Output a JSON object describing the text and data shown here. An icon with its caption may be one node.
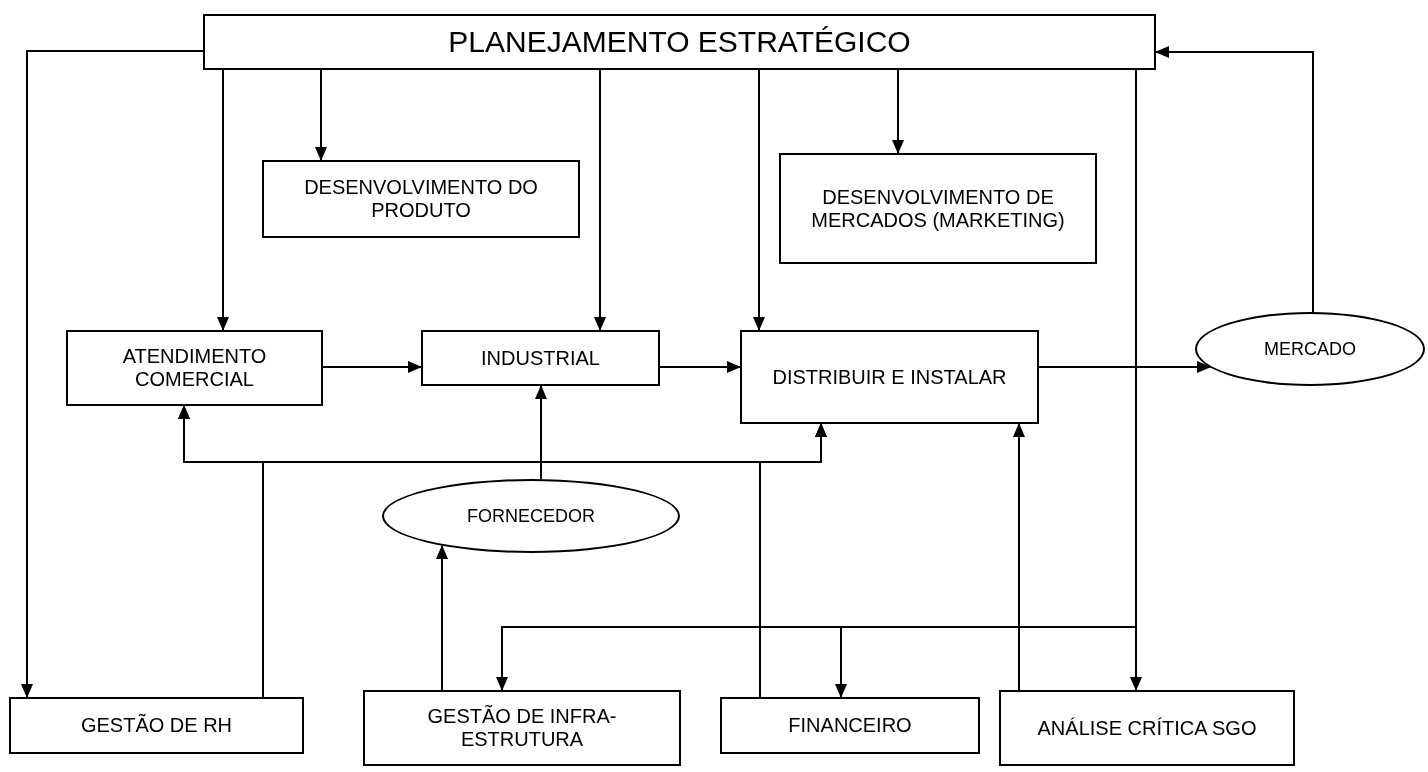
{
  "diagram": {
    "nodes": [
      {
        "text": [
          "PLANEJAMENTO ESTRATÉGICO"
        ]
      },
      {
        "text": [
          "DESENVOLVIMENTO DO PRODUTO"
        ]
      },
      {
        "text": [
          "DESENVOLVIMENTO DE MERCADOS (MARKETING)"
        ]
      },
      {
        "text": [
          "ATENDIMENTO COMERCIAL"
        ]
      },
      {
        "text": [
          "INDUSTRIAL"
        ]
      },
      {
        "text": [
          "DISTRIBUIR E INSTALAR"
        ]
      },
      {
        "text": [
          "MERCADO"
        ]
      },
      {
        "text": [
          "FORNECEDOR"
        ]
      },
      {
        "text": [
          "GESTÃO DE RH"
        ]
      },
      {
        "text": [
          "GESTÃO DE INFRA-ESTRUTURA"
        ]
      },
      {
        "text": [
          "FINANCEIRO"
        ]
      },
      {
        "text": [
          "ANÁLISE CRÍTICA SGO"
        ]
      }
    ],
    "edges": [
      {
        "from": 0,
        "to": 8,
        "arrow": "to"
      },
      {
        "from": 0,
        "to": 3,
        "arrow": "to"
      },
      {
        "from": 0,
        "to": 1,
        "arrow": "to"
      },
      {
        "from": 0,
        "to": 4,
        "arrow": "to"
      },
      {
        "from": 0,
        "to": 5,
        "arrow": "to"
      },
      {
        "from": 0,
        "to": 2,
        "arrow": "to"
      },
      {
        "from": 0,
        "to": 11,
        "arrow": "to"
      },
      {
        "from": 0,
        "to": 9,
        "arrow": "to"
      },
      {
        "from": 0,
        "to": 10,
        "arrow": "to"
      },
      {
        "from": 3,
        "to": 4,
        "arrow": "to"
      },
      {
        "from": 4,
        "to": 5,
        "arrow": "to"
      },
      {
        "from": 5,
        "to": 6,
        "arrow": "to"
      },
      {
        "from": 6,
        "to": 0,
        "arrow": "to"
      },
      {
        "from": 8,
        "to": 3,
        "arrow": "to"
      },
      {
        "from": 8,
        "to": 5,
        "arrow": "to"
      },
      {
        "from": 10,
        "to": 3,
        "arrow": "to"
      },
      {
        "from": 10,
        "to": 5,
        "arrow": "to"
      },
      {
        "from": 7,
        "to": 4,
        "arrow": "to"
      },
      {
        "from": 9,
        "to": 7,
        "arrow": "to"
      },
      {
        "from": 11,
        "to": 5,
        "arrow": "to"
      }
    ]
  }
}
